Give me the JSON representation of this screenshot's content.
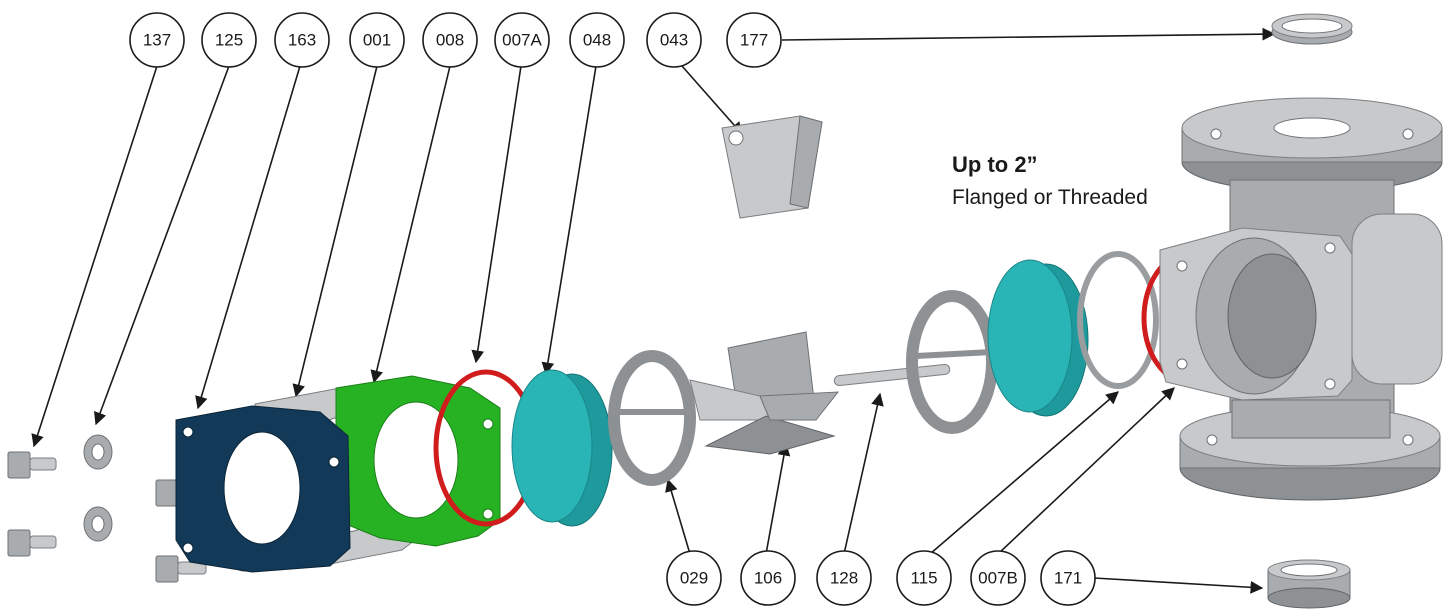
{
  "caption": {
    "heading": "Up to 2”",
    "subheading": "Flanged or Threaded"
  },
  "callouts_top": [
    "137",
    "125",
    "163",
    "001",
    "008",
    "007A",
    "048",
    "043",
    "177"
  ],
  "callouts_bottom": [
    "029",
    "106",
    "128",
    "115",
    "007B",
    "171"
  ],
  "colors": {
    "housing": "#a9acaf",
    "seal_disc": "#29b4b6",
    "gasket": "#27b223",
    "plate": "#123a58",
    "o_ring": "#d01c1c"
  }
}
